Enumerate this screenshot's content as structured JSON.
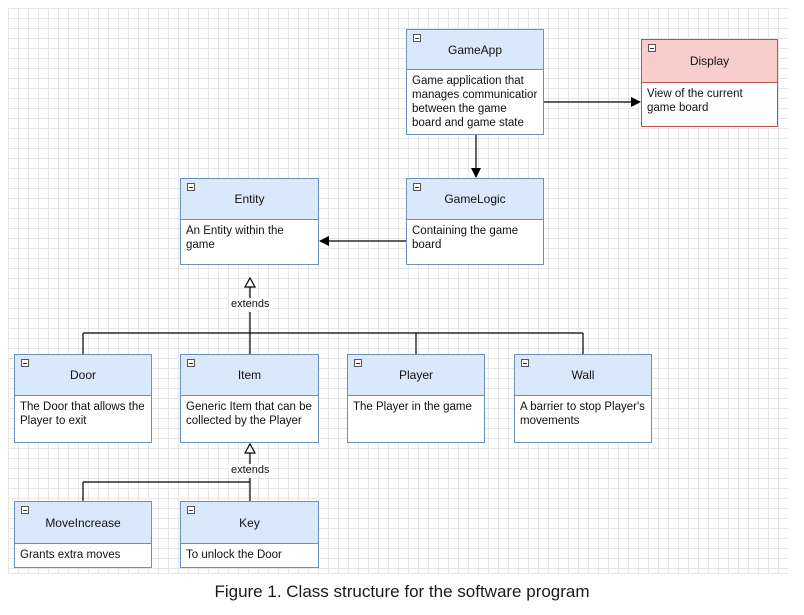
{
  "diagram": {
    "classes": {
      "gameapp": {
        "name": "GameApp",
        "description": "Game application that\nmanages communicatior\nbetween the game\nboard and game state"
      },
      "display": {
        "name": "Display",
        "description": "View of the current\ngame board"
      },
      "gamelogic": {
        "name": "GameLogic",
        "description": "Containing the game\nboard"
      },
      "entity": {
        "name": "Entity",
        "description": "An Entity within the\ngame"
      },
      "door": {
        "name": "Door",
        "description": "The Door that allows the\nPlayer to exit"
      },
      "item": {
        "name": "Item",
        "description": "Generic Item that can be\ncollected by the Player"
      },
      "player": {
        "name": "Player",
        "description": "The Player in the game"
      },
      "wall": {
        "name": "Wall",
        "description": "A barrier to stop Player's\nmovements"
      },
      "moveincrease": {
        "name": "MoveIncrease",
        "description": "Grants extra moves"
      },
      "key": {
        "name": "Key",
        "description": "To unlock the Door"
      }
    },
    "edge_labels": {
      "entity_extends": "extends",
      "item_extends": "extends"
    },
    "colors": {
      "class_fill": "#dae8fc",
      "class_stroke": "#6c8ebf",
      "highlight_fill": "#f8cecc",
      "highlight_stroke": "#b85450",
      "edge": "#000000"
    }
  },
  "caption": "Figure 1. Class structure for the software program"
}
